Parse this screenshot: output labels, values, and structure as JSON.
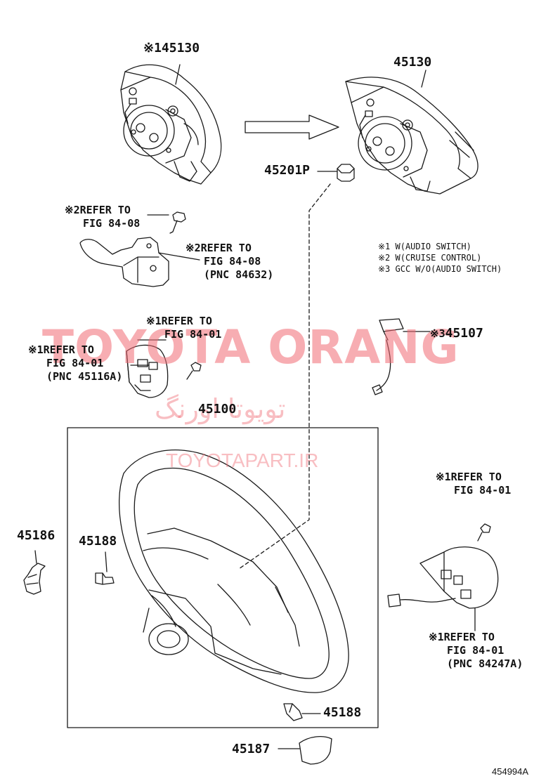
{
  "colors": {
    "line": "#1a1a1a",
    "watermark": "#f06973",
    "background": "#ffffff"
  },
  "parts": {
    "airbag_optional": "※145130",
    "airbag": "45130",
    "clip": "45201P",
    "steering_wheel": "45100",
    "lower_cover": "45186",
    "screw_left": "45188",
    "screw_bottom": "45188",
    "cover_bottom": "45187",
    "harness": "45107",
    "harness_prefix": "※3"
  },
  "refs": {
    "switch_bolt": {
      "mark": "※2",
      "line1": "REFER TO",
      "line2": "FIG 84-08"
    },
    "switch_assy": {
      "mark": "※2",
      "line1": "REFER TO",
      "line2": "FIG 84-08",
      "line3": "(PNC 84632)"
    },
    "audio_bolt": {
      "mark": "※1",
      "line1": "REFER TO",
      "line2": "FIG 84-01"
    },
    "audio_switch": {
      "mark": "※1",
      "line1": "REFER TO",
      "line2": "FIG 84-01",
      "line3": "(PNC 45116A)"
    },
    "right_bolt": {
      "mark": "※1",
      "line1": "REFER TO",
      "line2": "FIG 84-01"
    },
    "right_switch": {
      "mark": "※1",
      "line1": "REFER TO",
      "line2": "FIG 84-01",
      "line3": "(PNC 84247A)"
    }
  },
  "notes": [
    "※1 W(AUDIO SWITCH)",
    "※2 W(CRUISE CONTROL)",
    "※3 GCC W/O(AUDIO SWITCH)"
  ],
  "watermark": {
    "brand": "TOYOTA ORANG",
    "persian": "تویوتا اورنگ",
    "url": "TOYOTAPART.IR"
  },
  "figure_id": "454994A"
}
